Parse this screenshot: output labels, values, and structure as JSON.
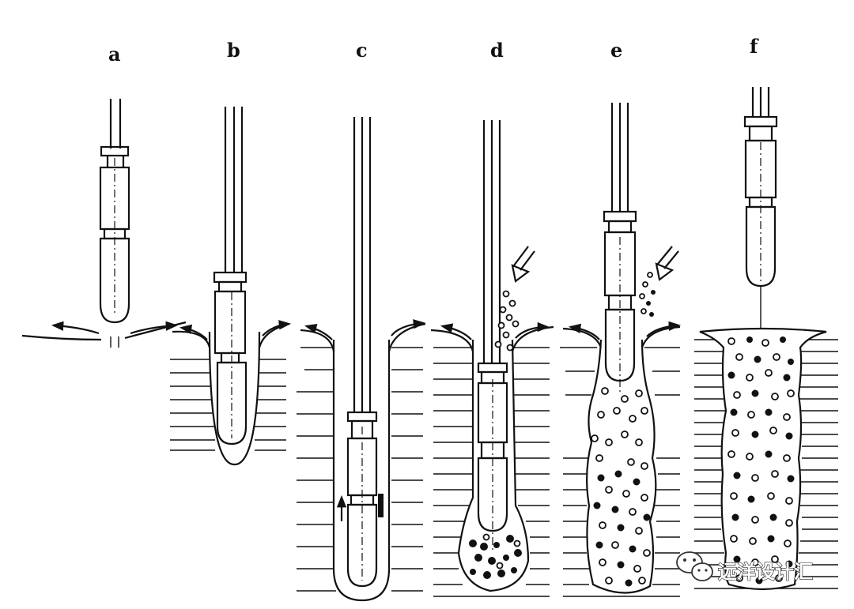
{
  "figure": {
    "panels": [
      {
        "id": "a",
        "label": "a"
      },
      {
        "id": "b",
        "label": "b"
      },
      {
        "id": "c",
        "label": "c"
      },
      {
        "id": "d",
        "label": "d"
      },
      {
        "id": "e",
        "label": "e"
      },
      {
        "id": "f",
        "label": "f"
      }
    ]
  },
  "watermark": {
    "text": "远洋设计汇",
    "icon": "wechat-icon"
  },
  "colors": {
    "ink": "#111111",
    "paper": "#ffffff"
  }
}
